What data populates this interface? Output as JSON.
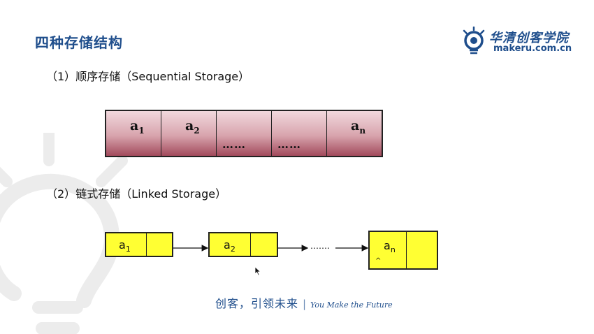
{
  "slide": {
    "title": "四种存储结构",
    "logo": {
      "brand": "华清创客学院",
      "url": "makeru.com.cn",
      "icon": "lightbulb-icon"
    },
    "sections": [
      {
        "number": "（1）",
        "label": "顺序存储（Sequential Storage）"
      },
      {
        "number": "（2）",
        "label": "链式存储（Linked Storage）"
      }
    ],
    "sequential": {
      "cells": [
        {
          "base": "a",
          "sub": "1",
          "dots": ""
        },
        {
          "base": "a",
          "sub": "2",
          "dots": ""
        },
        {
          "base": "",
          "sub": "",
          "dots": "……"
        },
        {
          "base": "",
          "sub": "",
          "dots": "……"
        },
        {
          "base": "a",
          "sub": "n",
          "dots": ""
        }
      ]
    },
    "linked": {
      "nodes": [
        {
          "base": "a",
          "sub": "1"
        },
        {
          "base": "a",
          "sub": "2"
        },
        {
          "base": "a",
          "sub": "n",
          "null_mark": "^"
        }
      ],
      "ellipsis": "……."
    },
    "slogan": {
      "cn": "创客，引领未来",
      "separator": "|",
      "en": "You Make the Future"
    },
    "colors": {
      "title": "#1f4e8c",
      "table_fill_top": "#f1d8dd",
      "table_fill_bottom": "#a24a5c",
      "node_fill": "#ffff33"
    }
  }
}
